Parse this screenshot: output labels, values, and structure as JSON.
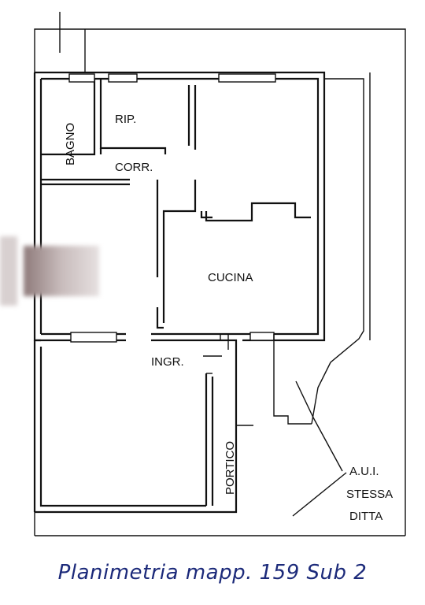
{
  "plan": {
    "rooms": {
      "bagno": "BAGNO",
      "rip": "RIP.",
      "corr": "CORR.",
      "cucina": "CUCINA",
      "ingr": "INGR.",
      "portico": "PORTICO"
    },
    "note": {
      "line1": "A.U.I.",
      "line2": "STESSA",
      "line3": "DITTA"
    }
  },
  "caption": "Planimetria mapp. 159 Sub 2"
}
